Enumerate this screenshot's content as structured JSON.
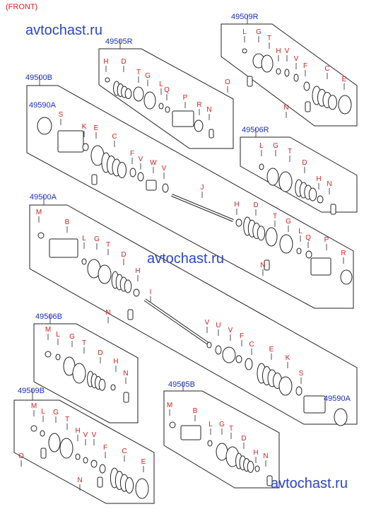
{
  "front_label": "(FRONT)",
  "watermarks": [
    "avtochast.ru",
    "avtochast.ru",
    "avtochast.ru"
  ],
  "colors": {
    "code": "#1a2ec0",
    "letter": "#d42020",
    "line": "#222222"
  },
  "groups": [
    {
      "code": "49509R",
      "letters": [
        "L",
        "G",
        "T",
        "H",
        "V",
        "V",
        "F",
        "C",
        "E",
        "N",
        "O"
      ]
    },
    {
      "code": "49505R",
      "letters": [
        "H",
        "D",
        "T",
        "G",
        "L",
        "Q",
        "P",
        "R",
        "N"
      ]
    },
    {
      "code": "49500B",
      "letters": []
    },
    {
      "code": "49590A",
      "letters": [
        "S",
        "K",
        "E",
        "C",
        "F",
        "V",
        "W",
        "V",
        "J",
        "H",
        "D",
        "T",
        "G",
        "L",
        "Q",
        "P",
        "R",
        "N"
      ]
    },
    {
      "code": "49506R",
      "letters": [
        "L",
        "G",
        "T",
        "D",
        "H",
        "N"
      ]
    },
    {
      "code": "49500A",
      "letters": [
        "M",
        "B",
        "L",
        "G",
        "T",
        "D",
        "H",
        "I",
        "N",
        "V",
        "U",
        "V",
        "F",
        "C",
        "E",
        "K",
        "S"
      ]
    },
    {
      "code": "49506B",
      "letters": [
        "M",
        "L",
        "G",
        "T",
        "D",
        "H",
        "N"
      ]
    },
    {
      "code": "49509B",
      "letters": [
        "M",
        "L",
        "G",
        "T",
        "H",
        "V",
        "V",
        "F",
        "C",
        "E",
        "O",
        "N"
      ]
    },
    {
      "code": "49505B",
      "letters": [
        "M",
        "B",
        "L",
        "G",
        "T",
        "D",
        "H",
        "N"
      ]
    },
    {
      "code": "49590A",
      "letters": []
    }
  ]
}
